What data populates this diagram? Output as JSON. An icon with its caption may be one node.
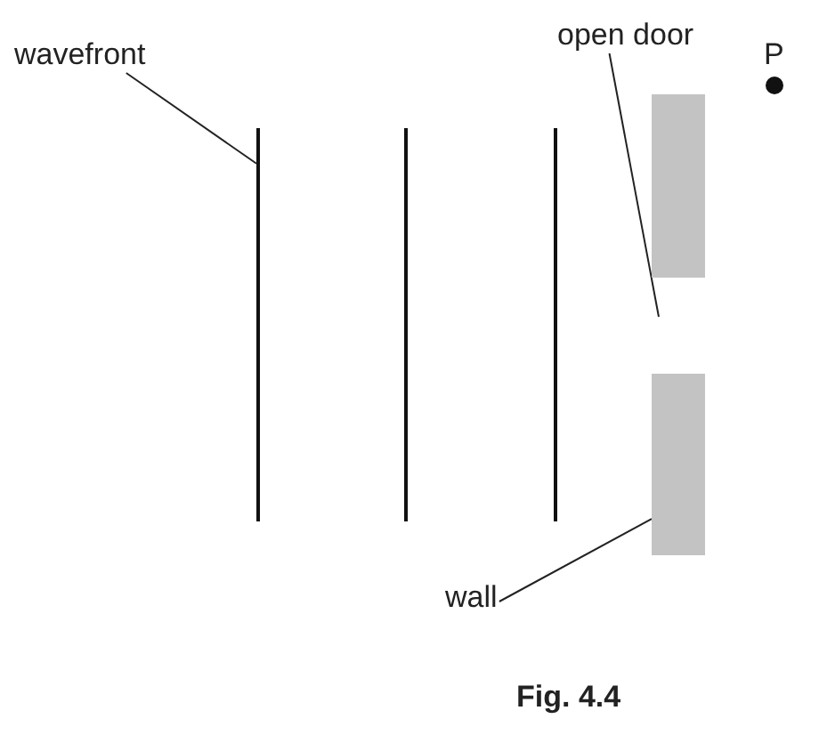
{
  "diagram": {
    "caption": "Fig. 4.4",
    "nodes": [
      {
        "text": [
          "wavefront"
        ]
      },
      {
        "text": [],
        "shape": "line"
      },
      {
        "text": [],
        "shape": "line"
      },
      {
        "text": [],
        "shape": "line"
      },
      {
        "text": [
          "open door"
        ]
      },
      {
        "text": [],
        "shape": "bar"
      },
      {
        "text": [],
        "shape": "bar"
      },
      {
        "text": [
          "wall"
        ]
      }
    ],
    "edges": [
      {
        "from": 0,
        "to": 1,
        "arrow": "none"
      },
      {
        "from": 4,
        "to": null,
        "arrow": "none"
      },
      {
        "from": 7,
        "to": 6,
        "arrow": "none"
      }
    ],
    "labels": [
      "P"
    ]
  }
}
